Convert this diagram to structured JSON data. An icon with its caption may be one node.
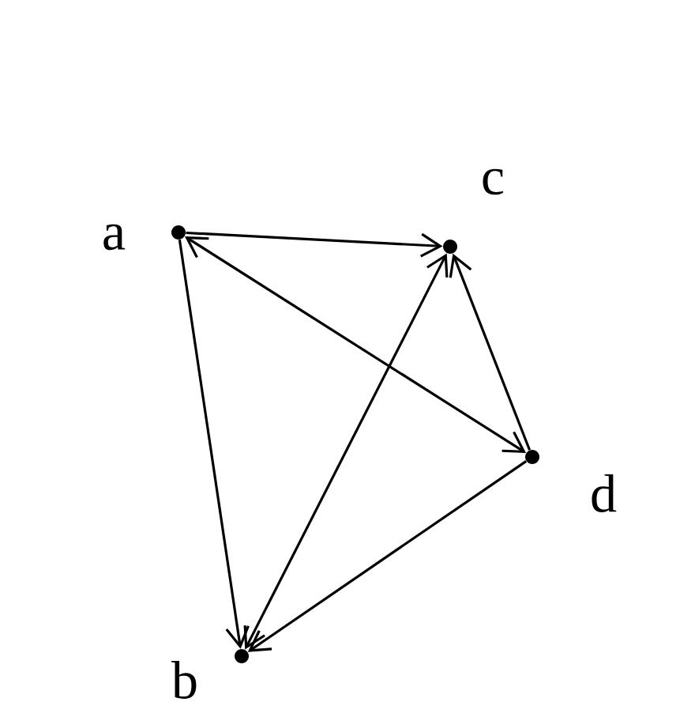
{
  "diagram": {
    "nodes": [
      {
        "text": [],
        "shape": "circle",
        "beside": [
          "a"
        ]
      },
      {
        "text": [],
        "shape": "circle",
        "beside": [
          "c"
        ]
      },
      {
        "text": [],
        "shape": "circle",
        "beside": [
          "d"
        ]
      },
      {
        "text": [],
        "shape": "circle",
        "beside": [
          "b"
        ]
      }
    ],
    "edges": [
      {
        "from": 0,
        "to": 1,
        "arrow": "to"
      },
      {
        "from": 0,
        "to": 3,
        "arrow": "to"
      },
      {
        "from": 0,
        "to": 2,
        "arrow": "both"
      },
      {
        "from": 3,
        "to": 1,
        "arrow": "both"
      },
      {
        "from": 2,
        "to": 3,
        "arrow": "to"
      },
      {
        "from": 2,
        "to": 1,
        "arrow": "to"
      }
    ]
  }
}
